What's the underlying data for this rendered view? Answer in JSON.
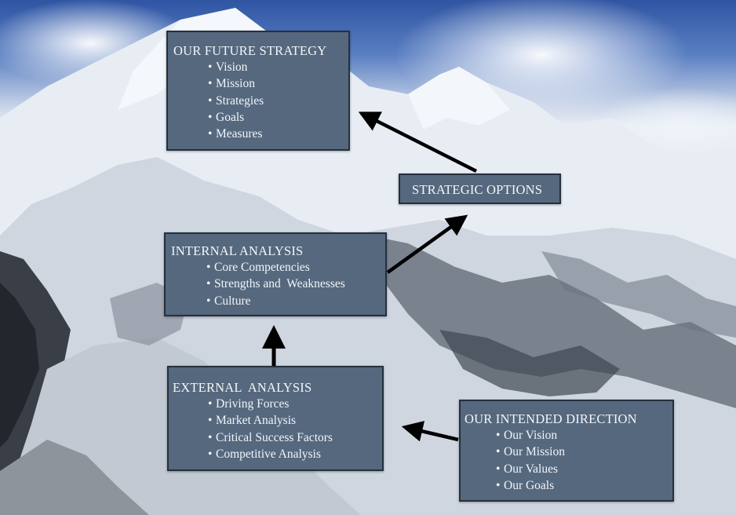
{
  "background": {
    "description_icon": "snowy-mountain-photo"
  },
  "colors": {
    "box_fill": "#55687e",
    "box_border": "#24303d",
    "text": "#f3f6f9",
    "arrow": "#000000"
  },
  "future_strategy": {
    "title": "OUR FUTURE STRATEGY",
    "items": [
      "Vision",
      "Mission",
      "Strategies",
      "Goals",
      "Measures"
    ]
  },
  "strategic_options": {
    "title": "STRATEGIC OPTIONS"
  },
  "internal_analysis": {
    "title": "INTERNAL ANALYSIS",
    "items": [
      "Core Competencies",
      "Strengths and  Weaknesses",
      "Culture"
    ]
  },
  "external_analysis": {
    "title": "EXTERNAL  ANALYSIS",
    "items": [
      "Driving Forces",
      "Market Analysis",
      "Critical Success Factors",
      "Competitive Analysis"
    ]
  },
  "intended_direction": {
    "title": "OUR INTENDED DIRECTION",
    "items": [
      "Our Vision",
      "Our Mission",
      "Our Values",
      "Our Goals"
    ]
  }
}
